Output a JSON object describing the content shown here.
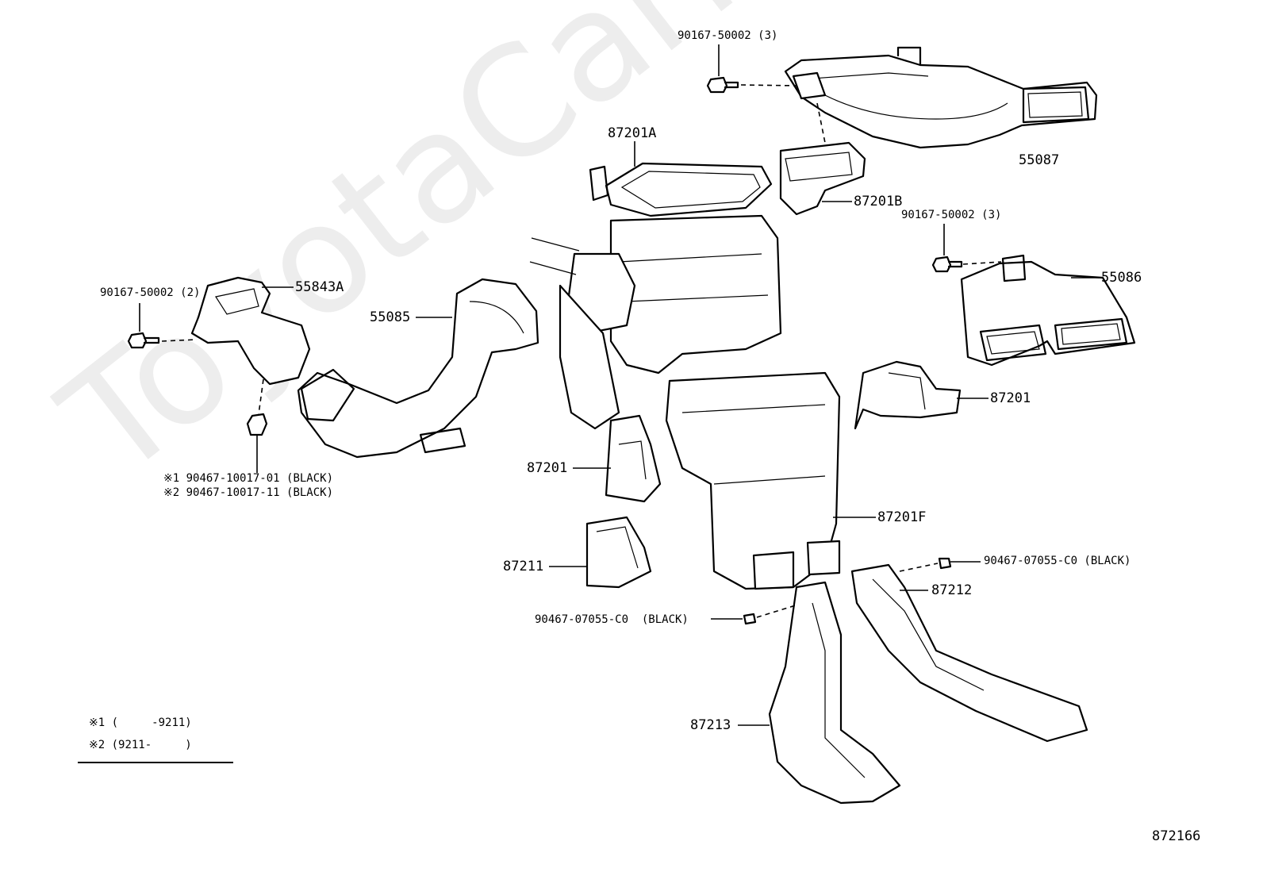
{
  "diagram_id": "872166",
  "watermark": "ToyotaCarMine.ru",
  "parts": {
    "p55087": "55087",
    "p87201A": "87201A",
    "p87201B": "87201B",
    "p55086": "55086",
    "p55843A": "55843A",
    "p55085": "55085",
    "p87201_right": "87201",
    "p87201_left": "87201",
    "p87201F": "87201F",
    "p87211": "87211",
    "p87212": "87212",
    "p87213": "87213"
  },
  "fasteners": {
    "screw_top": "90167-50002 (3)",
    "screw_mid": "90167-50002 (3)",
    "screw_left": "90167-50002 (2)",
    "clip_right": "90467-07055-C0 (BLACK)",
    "clip_bottom": "90467-07055-C0  (BLACK)",
    "clip_left_1": "※1 90467-10017-01 (BLACK)",
    "clip_left_2": "※2 90467-10017-11 (BLACK)"
  },
  "legend": {
    "row1": "※1 (     -9211)",
    "row2": "※2 (9211-     )"
  }
}
